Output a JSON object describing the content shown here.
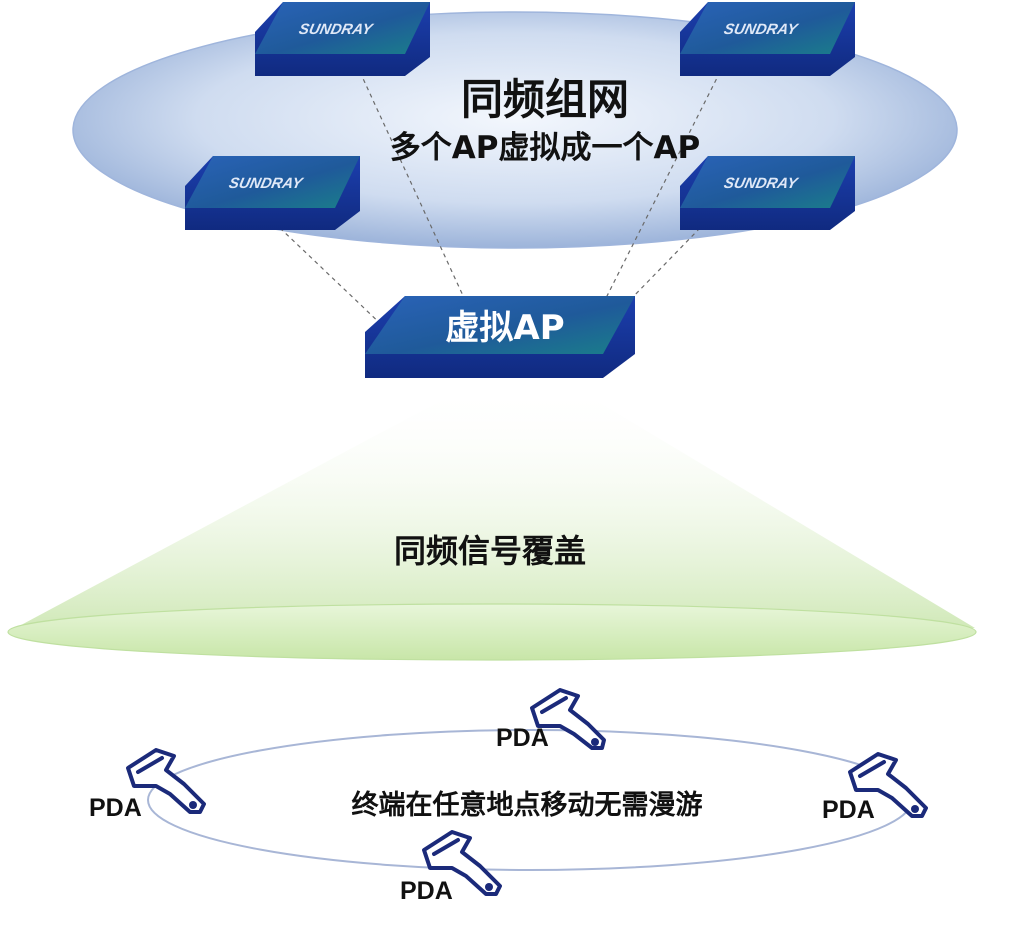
{
  "cluster": {
    "title": "同频组网",
    "subtitle": "多个AP虚拟成一个AP",
    "ap_brand": "SUNDRAY"
  },
  "virtual_ap": {
    "label": "虚拟AP"
  },
  "coverage": {
    "label": "同频信号覆盖"
  },
  "roaming": {
    "label": "终端在任意地点移动无需漫游",
    "devices": [
      "PDA",
      "PDA",
      "PDA",
      "PDA"
    ]
  },
  "colors": {
    "ap_body": "#1a3fa8",
    "ap_top": "#1e5aa0",
    "ellipse_fill": "#b9cbe8",
    "coverage_fill": "#d7ecc4",
    "pda_stroke": "#1b2a7a"
  }
}
